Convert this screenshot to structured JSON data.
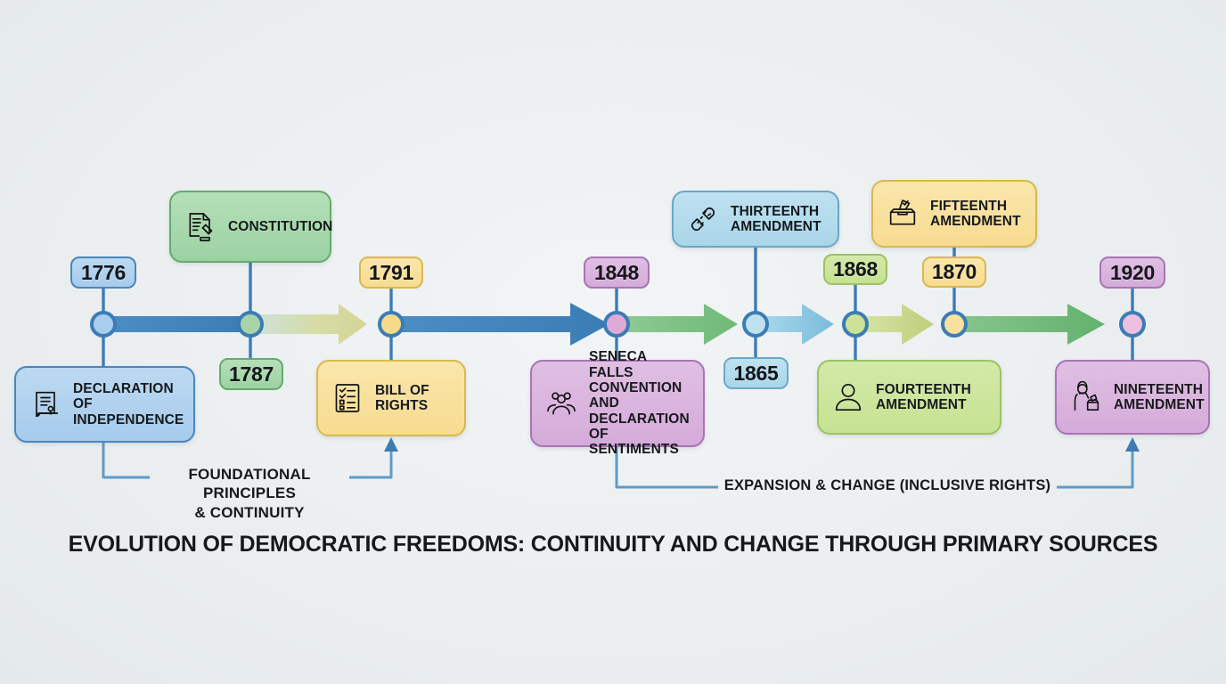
{
  "title": "EVOLUTION OF DEMOCRATIC FREEDOMS: CONTINUITY AND CHANGE THROUGH PRIMARY SOURCES",
  "background_color": "#eceff1",
  "axis_color": "#3c7cb5",
  "chart_data": {
    "type": "timeline",
    "title": "EVOLUTION OF DEMOCRATIC FREEDOMS: CONTINUITY AND CHANGE THROUGH PRIMARY SOURCES",
    "orientation": "horizontal",
    "axis_range": [
      1776,
      1920
    ],
    "events": [
      {
        "year": "1776",
        "label": "DECLARATION OF INDEPENDENCE",
        "icon": "scroll-document-icon",
        "color": "#a6cbec",
        "position": "below",
        "group": "foundational"
      },
      {
        "year": "1787",
        "label": "CONSTITUTION",
        "icon": "document-gavel-icon",
        "color": "#9cd2a3",
        "position": "above",
        "group": "foundational"
      },
      {
        "year": "1791",
        "label": "BILL OF RIGHTS",
        "icon": "checklist-icon",
        "color": "#f7dc91",
        "position": "below",
        "group": "foundational"
      },
      {
        "year": "1848",
        "label": "SENECA FALLS CONVENTION AND DECLARATION OF SENTIMENTS",
        "icon": "group-people-icon",
        "color": "#d4abd9",
        "position": "below",
        "group": "expansion"
      },
      {
        "year": "1865",
        "label": "THIRTEENTH AMENDMENT",
        "icon": "broken-chain-icon",
        "color": "#a9d6e9",
        "position": "above",
        "group": "expansion"
      },
      {
        "year": "1868",
        "label": "FOURTEENTH AMENDMENT",
        "icon": "person-icon",
        "color": "#c6e293",
        "position": "below",
        "group": "expansion"
      },
      {
        "year": "1870",
        "label": "FIFTEENTH AMENDMENT",
        "icon": "ballot-box-icon",
        "color": "#f7dc91",
        "position": "above",
        "group": "expansion"
      },
      {
        "year": "1920",
        "label": "NINETEENTH AMENDMENT",
        "icon": "woman-voting-icon",
        "color": "#d4abd9",
        "position": "below",
        "group": "expansion"
      }
    ],
    "annotations": [
      {
        "name": "foundational",
        "text_line1": "FOUNDATIONAL PRINCIPLES",
        "text_line2": "& CONTINUITY"
      },
      {
        "name": "expansion",
        "text_line1": "EXPANSION & CHANGE (INCLUSIVE RIGHTS)",
        "text_line2": ""
      }
    ],
    "segments": [
      {
        "from": "1776",
        "to": "1787",
        "style": "solid-bar",
        "color": "#3c7cb5"
      },
      {
        "from": "1787",
        "to": "1791",
        "style": "arrow",
        "color": "#cdd494"
      },
      {
        "from": "1791",
        "to": "1848",
        "style": "arrow",
        "color": "#3c7cb5"
      },
      {
        "from": "1848",
        "to": "1865",
        "style": "arrow",
        "color": "#7cbe7f"
      },
      {
        "from": "1865",
        "to": "1868",
        "style": "arrow",
        "color": "#8cc6e0"
      },
      {
        "from": "1868",
        "to": "1870",
        "style": "arrow",
        "color": "#c3d184"
      },
      {
        "from": "1870",
        "to": "1920",
        "style": "arrow",
        "color": "#6fba77"
      }
    ]
  },
  "events": {
    "e1776": {
      "year": "1776",
      "label": "DECLARATION OF INDEPENDENCE"
    },
    "e1787": {
      "year": "1787",
      "label": "CONSTITUTION"
    },
    "e1791": {
      "year": "1791",
      "label": "BILL OF RIGHTS"
    },
    "e1848": {
      "year": "1848",
      "label": "SENECA FALLS CONVENTION AND DECLARATION OF SENTIMENTS"
    },
    "e1865": {
      "year": "1865",
      "label": "THIRTEENTH AMENDMENT"
    },
    "e1868": {
      "year": "1868",
      "label": "FOURTEENTH AMENDMENT"
    },
    "e1870": {
      "year": "1870",
      "label": "FIFTEENTH AMENDMENT"
    },
    "e1920": {
      "year": "1920",
      "label": "NINETEENTH AMENDMENT"
    }
  },
  "annotations": {
    "foundational_l1": "FOUNDATIONAL PRINCIPLES",
    "foundational_l2": "& CONTINUITY",
    "expansion": "EXPANSION & CHANGE (INCLUSIVE RIGHTS)"
  }
}
